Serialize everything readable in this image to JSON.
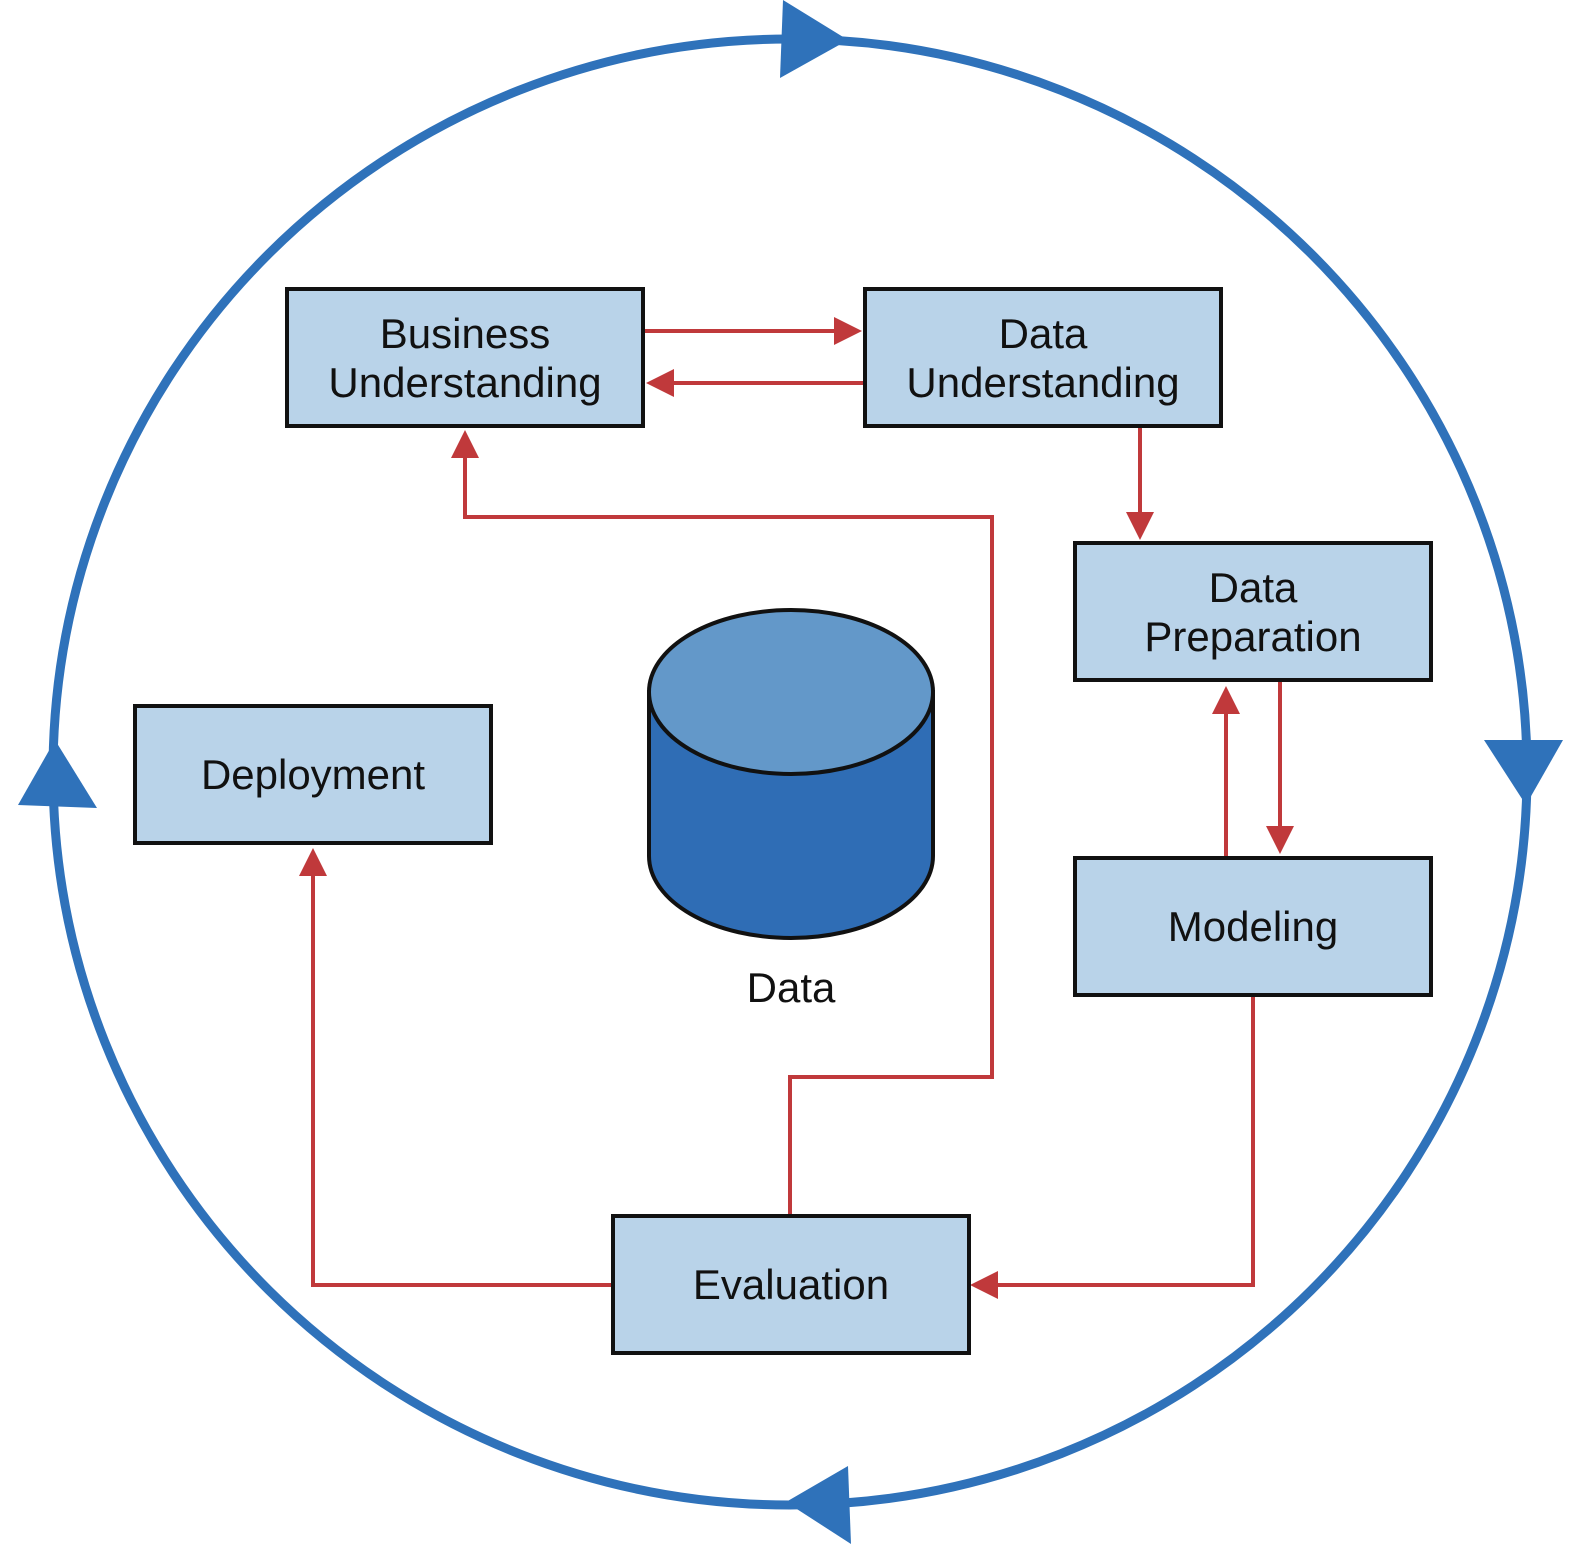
{
  "phases": {
    "business_understanding": {
      "line1": "Business",
      "line2": "Understanding"
    },
    "data_understanding": {
      "line1": "Data",
      "line2": "Understanding"
    },
    "data_preparation": {
      "line1": "Data",
      "line2": "Preparation"
    },
    "modeling": {
      "label": "Modeling"
    },
    "evaluation": {
      "label": "Evaluation"
    },
    "deployment": {
      "label": "Deployment"
    }
  },
  "data_store": {
    "label": "Data"
  },
  "colors": {
    "box_fill": "#b9d3e9",
    "box_stroke": "#111111",
    "cycle_blue": "#2f72ba",
    "flow_red": "#c0393b",
    "db_top": "#6398c9",
    "db_body": "#2f6db5"
  }
}
